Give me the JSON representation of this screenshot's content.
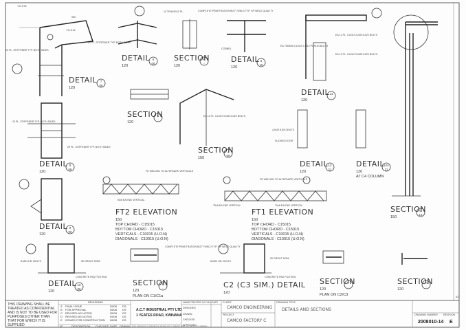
{
  "details": [
    {
      "type": "DETAIL",
      "scale": "120",
      "ref": "7",
      "sheet": "06"
    },
    {
      "type": "DETAIL",
      "scale": "120",
      "ref": "6",
      "sheet": "06"
    },
    {
      "type": "SECTION",
      "scale": "120",
      "ref": "K",
      "sheet": "-"
    },
    {
      "type": "DETAIL",
      "scale": "120",
      "ref": "5",
      "sheet": "10"
    },
    {
      "type": "DETAIL",
      "scale": "120",
      "ref": "11",
      "sheet": "-"
    },
    {
      "type": "SECTION",
      "scale": "120",
      "ref": "L",
      "sheet": "-"
    },
    {
      "type": "SECTION",
      "scale": "150",
      "ref": "J",
      "sheet": "09"
    },
    {
      "type": "DETAIL",
      "scale": "120",
      "ref": "8",
      "sheet": "06"
    },
    {
      "type": "DETAIL",
      "scale": "120",
      "ref": "12",
      "sheet": "11"
    },
    {
      "type": "DETAIL",
      "scale": "120",
      "ref": "12A",
      "sheet": "11",
      "note": "AT C4 COLUMN"
    },
    {
      "type": "DETAIL",
      "scale": "120",
      "ref": "9",
      "sheet": "06"
    },
    {
      "type": "SECTION",
      "scale": "150",
      "ref": "G",
      "sheet": "13"
    },
    {
      "type": "DETAIL",
      "scale": "120",
      "ref": "10",
      "sheet": "06"
    },
    {
      "type": "SECTION",
      "scale": "120",
      "ref": "E",
      "sheet": "-",
      "note": "PLAN ON C1/C1a"
    },
    {
      "type": "SECTION",
      "scale": "120",
      "ref": "F",
      "sheet": "-",
      "note": "PLAN ON C2/C3"
    },
    {
      "type": "SECTION",
      "scale": "120",
      "ref": "H",
      "sheet": "-"
    }
  ],
  "elevations": [
    {
      "title": "FT2 ELEVATION",
      "scale": "150",
      "specs": [
        "TOP CHORD - C15015",
        "BOTTOM CHORD - C15015",
        "VERTICALS - C10015 (U.O.N)",
        "DIAGONALS - C10015 (U.O.N)"
      ]
    },
    {
      "title": "FT1 ELEVATION",
      "scale": "150",
      "specs": [
        "TOP CHORD - C15015",
        "BOTTOM CHORD - C15015",
        "VERTICALS - C10015 (U.O.N)",
        "DIAGONALS - C10015 (U.O.N)"
      ]
    }
  ],
  "c2_detail": {
    "title": "C2 (C3 SIM.) DETAIL",
    "scale": "120"
  },
  "notes": {
    "tos": "T.O.S.W.",
    "stiff20": "20 PL. STIFFENER TYP. BOTH SIDES",
    "grout": "50 GROUT NOM.",
    "footing": "CONCRETE PAD FOOTING",
    "bolts": "8-M24 HD. BOLTS",
    "cpbw": "COMPLETE PENETRATION BUTT WELD TYP. SP WELD QUALITY",
    "fe": "FE WELDED TO ALTERNATE VERTICALS",
    "endvert": "75x8 EA END VERTICAL",
    "corbel": "CORBEL",
    "tri": "10 TRIANGLE PL.",
    "cleat": "EA 12 PL. CLEAT 2-M20 8.8/S BOLTS",
    "purlin": "EA 75x50x6 CLEAT 2-M12 PURLIN BOLTS",
    "bolts4": "4-M20 8.8/S BOLTS",
    "sliding": "SLIDING DOOR",
    "dim": "900"
  },
  "revisions": {
    "header": "REVISIONS",
    "rows": [
      {
        "no": "A",
        "desc": "FINAL ISSUE",
        "date": "05/08",
        "by": "DS"
      },
      {
        "no": "B",
        "desc": "FOR APPROVAL",
        "date": "05/08",
        "by": "DS"
      },
      {
        "no": "C",
        "desc": "REVISED AS NOTED",
        "date": "05/08",
        "by": "DS"
      },
      {
        "no": "D",
        "desc": "REVISED AS NOTED",
        "date": "05/08",
        "by": "DS"
      },
      {
        "no": "E",
        "desc": "ISSUED FOR CONSTRUCTION",
        "date": "06/08",
        "by": "DS"
      }
    ],
    "cols": [
      "N°",
      "DESCRIPTION",
      "CHECKED",
      "DATE",
      "DRAWN"
    ]
  },
  "company": {
    "name": "A.C.T INDUSTRIAL PTY LTD",
    "address": "1 YEATES ROAD, KWINANA",
    "note": "NOTE: DIMENSIONS CONSIDERED IN ORIGINAL SIZE OF DRAWING OR AS LAST REVISION OF DRAWING"
  },
  "signoff": {
    "header": "NAME PRINTED IN FULL",
    "date_hdr": "DATE",
    "rows": [
      "DESIGNED",
      "DRAWN",
      "CHECKED",
      "APPROVED"
    ]
  },
  "client": {
    "label": "CLIENT",
    "value": "CAMCO ENGINEERING"
  },
  "project": {
    "label": "PROJECT",
    "value": "CAMCO FACTORY C"
  },
  "drawing_title": {
    "label": "DRAWING TITLE",
    "value": "DETAILS AND SECTIONS"
  },
  "copyright": "THIS DRAWING SHALL BE TREATED AS CONFIDENTIAL AND IS NOT TO BE USED FOR PURPOSES OTHER THAN THAT FOR WHICH IT IS SUPPLIED",
  "drawing_no": {
    "label": "DRAWING NUMBER",
    "value": "2008010-14"
  },
  "revision": {
    "label": "REVISION",
    "value": "E"
  },
  "sheet_mark": "A3"
}
